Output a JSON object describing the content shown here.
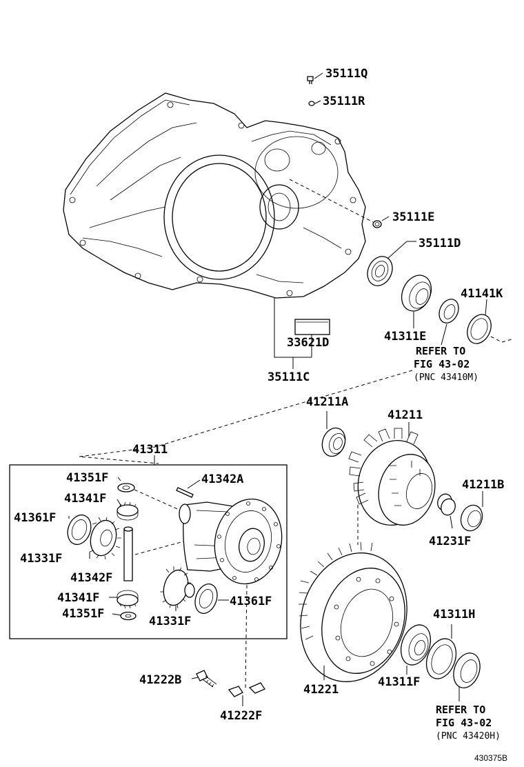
{
  "labels": {
    "p35111Q": "35111Q",
    "p35111R": "35111R",
    "p35111E": "35111E",
    "p35111D": "35111D",
    "p41141K": "41141K",
    "p41311E": "41311E",
    "p33621D": "33621D",
    "p35111C": "35111C",
    "p41211A": "41211A",
    "p41211": "41211",
    "p41211B": "41211B",
    "p41231F": "41231F",
    "p41311": "41311",
    "p41351F_a": "41351F",
    "p41342A": "41342A",
    "p41341F_a": "41341F",
    "p41361F_a": "41361F",
    "p41331F_a": "41331F",
    "p41342F": "41342F",
    "p41341F_b": "41341F",
    "p41351F_b": "41351F",
    "p41331F_b": "41331F",
    "p41361F_b": "41361F",
    "p41311H": "41311H",
    "p41311F": "41311F",
    "p41221": "41221",
    "p41222B": "41222B",
    "p41222F": "41222F"
  },
  "refs": {
    "top": {
      "line1": "REFER TO",
      "line2": "FIG 43-02",
      "line3": "(PNC 43410M)"
    },
    "bottom": {
      "line1": "REFER TO",
      "line2": "FIG 43-02",
      "line3": "(PNC 43420H)"
    }
  },
  "figure_id": "430375B"
}
